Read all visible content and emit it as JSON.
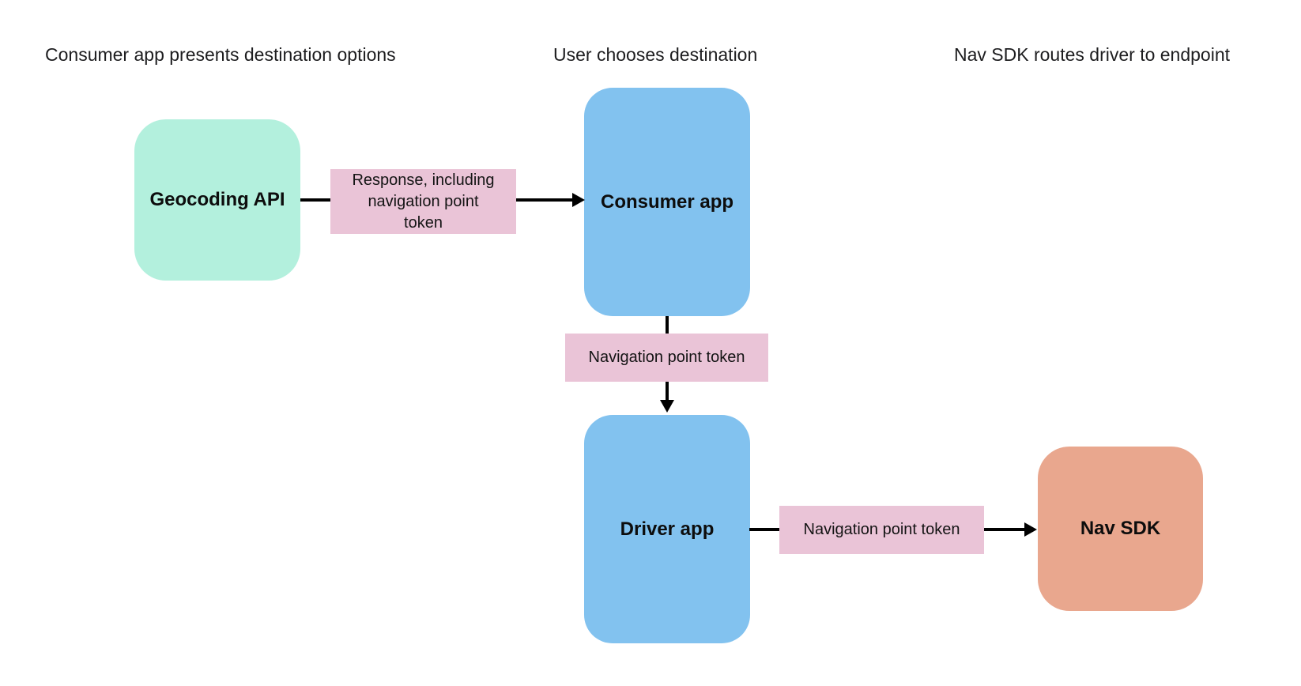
{
  "diagram": {
    "headers": [
      {
        "label": "Consumer app presents destination options"
      },
      {
        "label": "User chooses destination"
      },
      {
        "label": "Nav SDK routes driver to endpoint"
      }
    ],
    "nodes": [
      {
        "id": "geocoding-api",
        "label": "Geocoding API",
        "fill": "#b3f0dd"
      },
      {
        "id": "consumer-app",
        "label": "Consumer app",
        "fill": "#82c2ef"
      },
      {
        "id": "driver-app",
        "label": "Driver app",
        "fill": "#82c2ef"
      },
      {
        "id": "nav-sdk",
        "label": "Nav SDK",
        "fill": "#e9a78e"
      }
    ],
    "edges": [
      {
        "from": "Geocoding API",
        "to": "Consumer app",
        "label": "Response, including\nnavigation point\ntoken",
        "label_fill": "#eac4d7"
      },
      {
        "from": "Consumer app",
        "to": "Driver app",
        "label": "Navigation point token",
        "label_fill": "#eac4d7"
      },
      {
        "from": "Driver app",
        "to": "Nav SDK",
        "label": "Navigation point token",
        "label_fill": "#eac4d7"
      }
    ],
    "colors": {
      "background": "#ffffff",
      "arrow": "#000000",
      "node_green": "#b3f0dd",
      "node_blue": "#82c2ef",
      "node_orange": "#e9a78e",
      "edge_label_pink": "#eac4d7",
      "header_text": "#1d1d1f",
      "node_text": "#0d0d0d"
    }
  }
}
